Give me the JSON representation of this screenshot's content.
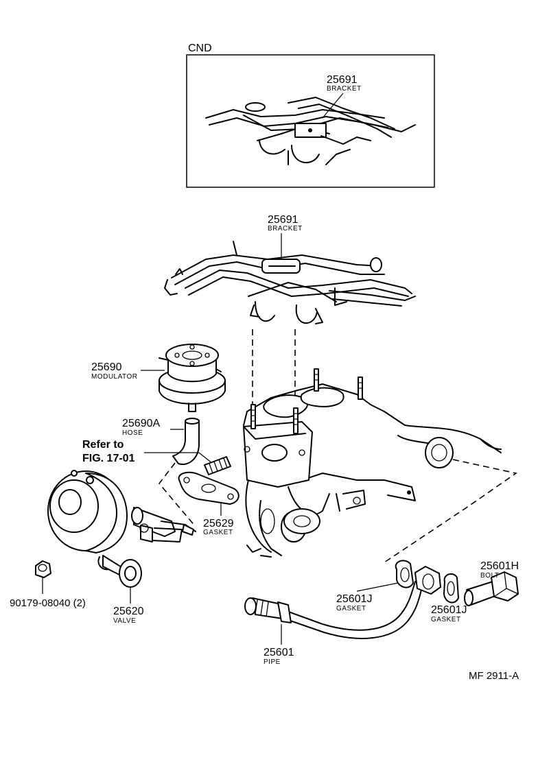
{
  "inset": {
    "title": "CND",
    "part_number": "25691",
    "part_name": "BRACKET"
  },
  "parts": {
    "bracket": {
      "number": "25691",
      "name": "BRACKET"
    },
    "modulator": {
      "number": "25690",
      "name": "MODULATOR"
    },
    "hose": {
      "number": "25690A",
      "name": "HOSE"
    },
    "gasket_25629": {
      "number": "25629",
      "name": "GASKET"
    },
    "nut": {
      "number": "90179-08040 (2)"
    },
    "valve": {
      "number": "25620",
      "name": "VALVE"
    },
    "gasket_25601j_a": {
      "number": "25601J",
      "name": "GASKET"
    },
    "gasket_25601j_b": {
      "number": "25601J",
      "name": "GASKET"
    },
    "bolt": {
      "number": "25601H",
      "name": "BOLT"
    },
    "pipe": {
      "number": "25601",
      "name": "PIPE"
    }
  },
  "reference": {
    "line1": "Refer to",
    "line2": "FIG. 17-01"
  },
  "figure_code": "MF  2911-A"
}
